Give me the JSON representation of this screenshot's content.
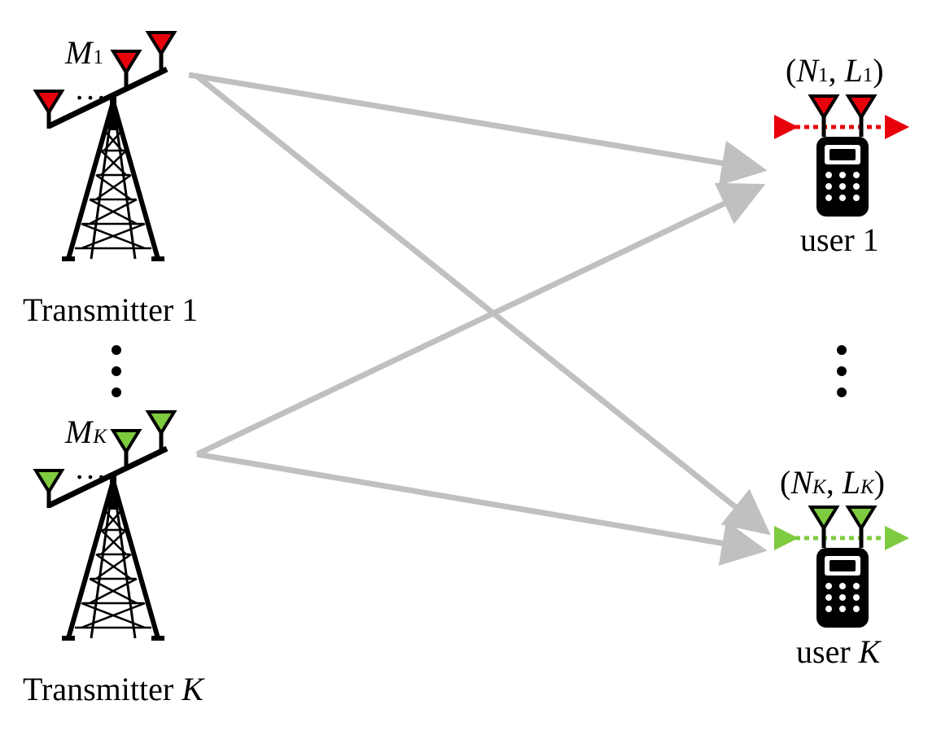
{
  "transmitters": [
    {
      "name": "Transmitter",
      "index": "1",
      "antenna_symbol": "M",
      "antenna_sub": "1",
      "color": "#e8000b"
    },
    {
      "name": "Transmitter",
      "index": "K",
      "antenna_symbol": "M",
      "antenna_sub": "K",
      "color": "#7fcb3f"
    }
  ],
  "users": [
    {
      "name": "user",
      "index": "1",
      "N": "N",
      "N_sub": "1",
      "L": "L",
      "L_sub": "1",
      "color": "#e8000b"
    },
    {
      "name": "user",
      "index": "K",
      "N": "N",
      "N_sub": "K",
      "L": "L",
      "L_sub": "K",
      "color": "#7fcb3f"
    }
  ],
  "link_color": "#c0c0c0",
  "ellipsis_glyph": "…"
}
